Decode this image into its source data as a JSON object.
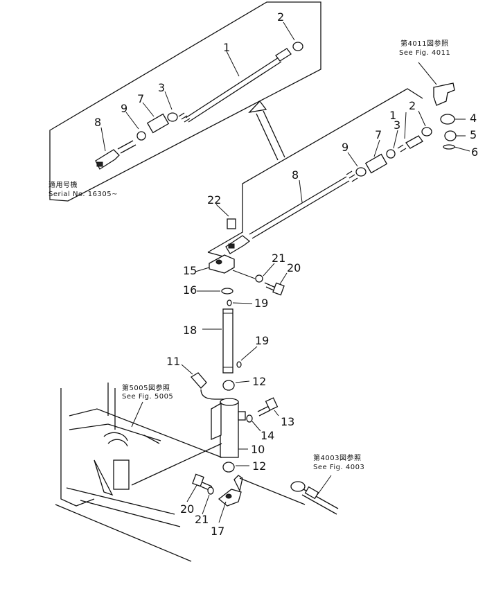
{
  "callouts": {
    "c1_top": "1",
    "c2_top": "2",
    "c3_top": "3",
    "c7_top": "7",
    "c8_top": "8",
    "c9_top": "9",
    "c1": "1",
    "c2": "2",
    "c3": "3",
    "c4": "4",
    "c5": "5",
    "c6": "6",
    "c7": "7",
    "c8": "8",
    "c9": "9",
    "c10": "10",
    "c11": "11",
    "c12a": "12",
    "c12b": "12",
    "c13": "13",
    "c14": "14",
    "c15": "15",
    "c16": "16",
    "c17": "17",
    "c18": "18",
    "c19a": "19",
    "c19b": "19",
    "c20a": "20",
    "c20b": "20",
    "c21a": "21",
    "c21b": "21",
    "c22": "22"
  },
  "notes": {
    "serial_line1": "適用号機",
    "serial_line2": "Serial No. 16305~",
    "ref4011_line1": "第4011図参照",
    "ref4011_line2": "See Fig. 4011",
    "ref5005_line1": "第5005図参照",
    "ref5005_line2": "See Fig. 5005",
    "ref4003_line1": "第4003図参照",
    "ref4003_line2": "See Fig. 4003"
  }
}
